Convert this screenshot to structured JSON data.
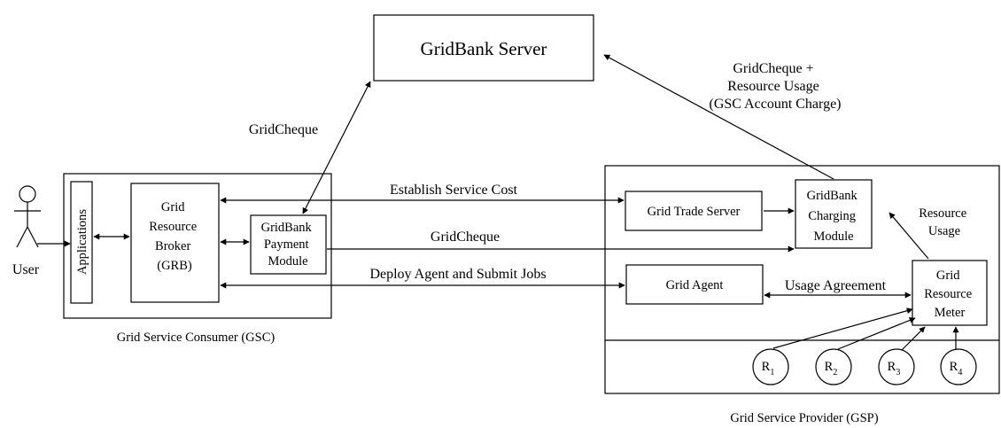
{
  "nodes": {
    "gridbank_server": "GridBank Server",
    "applications": "Applications",
    "grb": [
      "Grid",
      "Resource",
      "Broker",
      "(GRB)"
    ],
    "payment_module": [
      "GridBank",
      "Payment",
      "Module"
    ],
    "grid_trade_server": "Grid Trade Server",
    "charging_module": [
      "GridBank",
      "Charging",
      "Module"
    ],
    "grid_agent": "Grid Agent",
    "resource_meter": [
      "Grid",
      "Resource",
      "Meter"
    ],
    "resources": [
      {
        "base": "R",
        "sub": "1"
      },
      {
        "base": "R",
        "sub": "2"
      },
      {
        "base": "R",
        "sub": "3"
      },
      {
        "base": "R",
        "sub": "4"
      }
    ]
  },
  "actors": {
    "user": "User"
  },
  "groups": {
    "gsc": "Grid Service Consumer (GSC)",
    "gsp": "Grid Service Provider (GSP)"
  },
  "edges": {
    "gridcheque_to_server": "GridCheque",
    "gsc_account_charge": [
      "GridCheque +",
      "Resource Usage",
      "(GSC Account Charge)"
    ],
    "establish_service_cost": "Establish Service Cost",
    "gridcheque_payment": "GridCheque",
    "deploy_agent": "Deploy Agent and Submit Jobs",
    "usage_agreement": "Usage Agreement",
    "resource_usage": [
      "Resource",
      "Usage"
    ]
  }
}
